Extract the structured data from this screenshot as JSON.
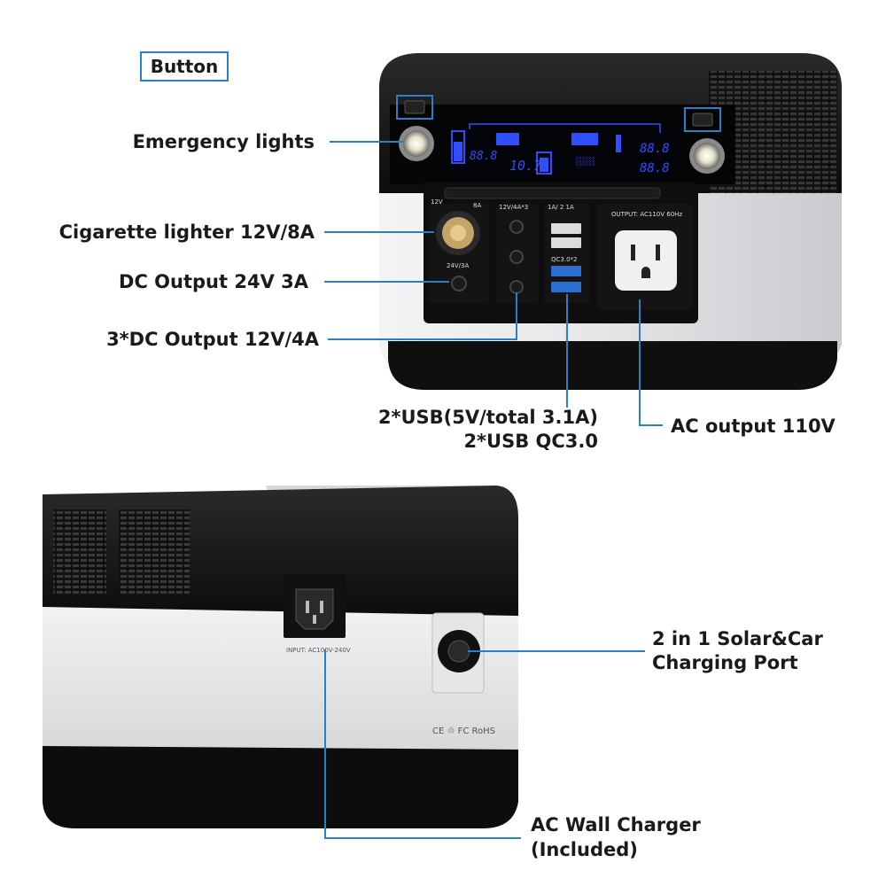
{
  "labels": {
    "button": "Button",
    "emergency_lights": "Emergency lights",
    "cigarette_lighter": "Cigarette lighter 12V/8A",
    "dc_output_24v": "DC Output 24V 3A",
    "dc_output_12v": "3*DC Output 12V/4A",
    "usb_line1": "2*USB(5V/total 3.1A)",
    "usb_line2": "2*USB QC3.0",
    "ac_output": "AC output 110V",
    "solar_line1": "2 in 1 Solar&Car",
    "solar_line2": "Charging Port",
    "ac_charger_line1": "AC Wall Charger",
    "ac_charger_line2": "(Included)"
  },
  "panel_text": {
    "v12": "12V",
    "a8": "8A",
    "v24": "24V/3A",
    "dc12": "12V/4A*3",
    "usb_rating": "1A/ 2  1A",
    "qc": "QC3.0*2",
    "ac_rating": "OUTPUT: AC110V  60Hz",
    "input_rating": "INPUT: AC100V-240V",
    "cert_marks": "CE ♲ FC RoHS"
  },
  "colors": {
    "accent": "#2a7fc9",
    "body_black": "#111111",
    "shell_silver": "#d9dadc",
    "lcd_blue": "#2f4fff"
  }
}
